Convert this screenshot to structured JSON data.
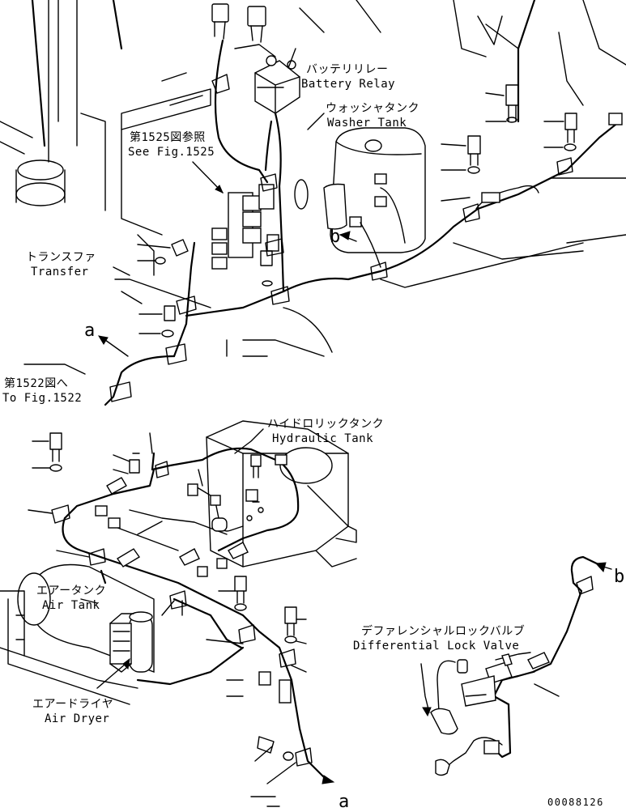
{
  "labels": {
    "battery_relay_jp": "バッテリリレー",
    "battery_relay_en": "Battery Relay",
    "washer_tank_jp": "ウォッシャタンク",
    "washer_tank_en": "Washer Tank",
    "see_fig_jp": "第1525図参照",
    "see_fig_en": "See Fig.1525",
    "transfer_jp": "トランスファ",
    "transfer_en": "Transfer",
    "to_fig_jp": "第1522図へ",
    "to_fig_en": "To Fig.1522",
    "hydraulic_tank_jp": "ハイドロリックタンク",
    "hydraulic_tank_en": "Hydraulic Tank",
    "air_tank_jp": "エアータンク",
    "air_tank_en": "Air Tank",
    "air_dryer_jp": "エアードライヤ",
    "air_dryer_en": "Air Dryer",
    "diff_lock_valve_jp": "デファレンシャルロックバルブ",
    "diff_lock_valve_en": "Differential Lock Valve",
    "ref_a_top": "a",
    "ref_a_bottom": "a",
    "ref_b_top": "b",
    "ref_b_right": "b",
    "drawing_number": "00088126"
  }
}
